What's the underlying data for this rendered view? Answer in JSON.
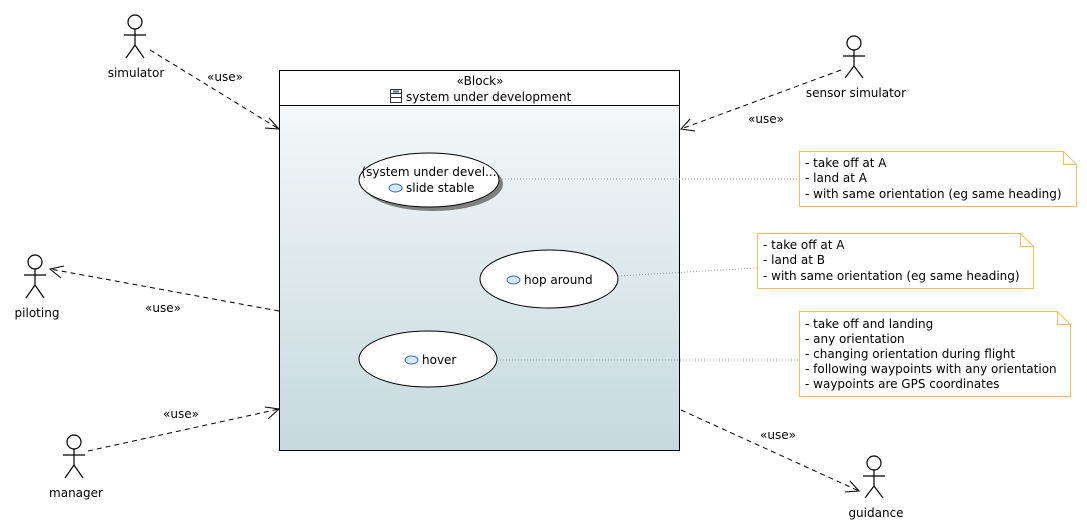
{
  "block": {
    "stereotype": "«Block»",
    "name": "system under development",
    "icon": "block-icon"
  },
  "use_cases": {
    "slide_stable": {
      "context": "(system under devel...",
      "name": "slide stable",
      "icon": "use-case-icon"
    },
    "hop_around": {
      "name": "hop around",
      "icon": "use-case-icon"
    },
    "hover": {
      "name": "hover",
      "icon": "use-case-icon"
    }
  },
  "actors": {
    "simulator": "simulator",
    "sensor_simulator": "sensor simulator",
    "piloting": "piloting",
    "manager": "manager",
    "guidance": "guidance"
  },
  "use_label": "«use»",
  "notes": {
    "slide_stable": [
      "- take off at A",
      "- land at A",
      "- with same orientation (eg same heading)"
    ],
    "hop_around": [
      "- take off at A",
      "- land at B",
      "- with same orientation (eg same heading)"
    ],
    "hover": [
      "- take off and landing",
      "- any orientation",
      "- changing orientation during flight",
      "- following waypoints with any orientation",
      "- waypoints are GPS coordinates"
    ]
  },
  "colors": {
    "block_gradient_top": "#f9fafb",
    "block_gradient_bottom": "#c5d9de",
    "note_fill": "#ffffff",
    "note_border": "#f0c060",
    "use_case_shadow": "#808080",
    "icon_fill": "#d5e8f5",
    "icon_stroke": "#3a6ea5"
  }
}
